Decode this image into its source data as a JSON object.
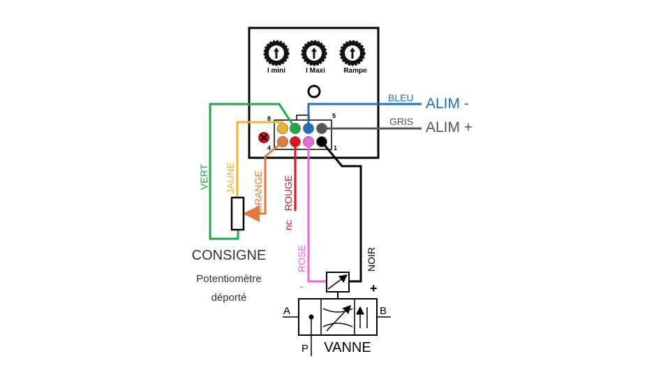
{
  "controller": {
    "knobs": [
      "I mini",
      "I Maxi",
      "Rampe"
    ],
    "pins": {
      "top_left": "8",
      "bottom_left": "4",
      "top_right": "5",
      "bottom_right": "1"
    }
  },
  "wires": {
    "bleu": "BLEU",
    "gris": "GRIS",
    "vert": "VERT",
    "jaune": "JAUNE",
    "orange": "ORANGE",
    "rouge": "ROUGE",
    "rose": "ROSE",
    "noir": "NOIR",
    "nc": "nc"
  },
  "power": {
    "alim_minus": "ALIM -",
    "alim_plus": "ALIM +"
  },
  "consigne": {
    "title": "CONSIGNE",
    "line1": "Potentiomètre",
    "line2": "déporté"
  },
  "valve": {
    "title": "VANNE",
    "port_a": "A",
    "port_b": "B",
    "port_p": "P",
    "minus": "-",
    "plus": "+"
  },
  "colors": {
    "vert": "#22a84a",
    "jaune": "#f0b429",
    "orange": "#e07b39",
    "rouge": "#e3121b",
    "rose": "#ee66dd",
    "noir": "#000000",
    "bleu": "#1f6fbf",
    "gris": "#555555"
  }
}
